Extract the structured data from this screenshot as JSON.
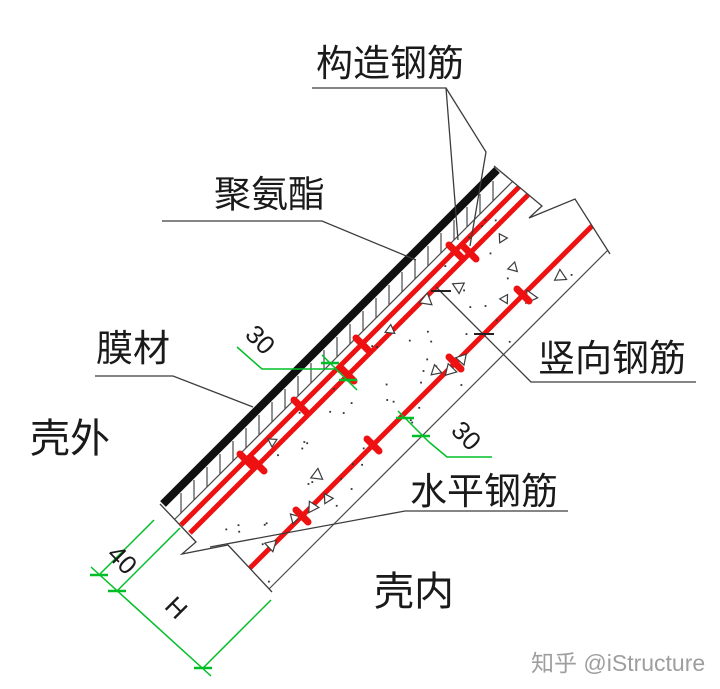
{
  "diagram": {
    "type": "structural-shell-detail",
    "labels": {
      "construction_rebar": "构造钢筋",
      "polyurethane": "聚氨酯",
      "membrane": "膜材",
      "shell_exterior": "壳外",
      "vertical_rebar": "竖向钢筋",
      "horizontal_rebar": "水平钢筋",
      "shell_interior": "壳内"
    },
    "dimensions": {
      "outer_rebar_cover": "30",
      "inner_rebar_cover": "30",
      "membrane_to_rebar": "40",
      "shell_thickness": "H"
    },
    "watermark": "知乎 @iStructure",
    "colors": {
      "rebar_red": "#ee1111",
      "dimension_green": "#00bf26",
      "line_dark": "#3c3c3c",
      "text": "#1a1a1a",
      "watermark_gray": "#9e9e9e",
      "background": "#ffffff"
    }
  }
}
